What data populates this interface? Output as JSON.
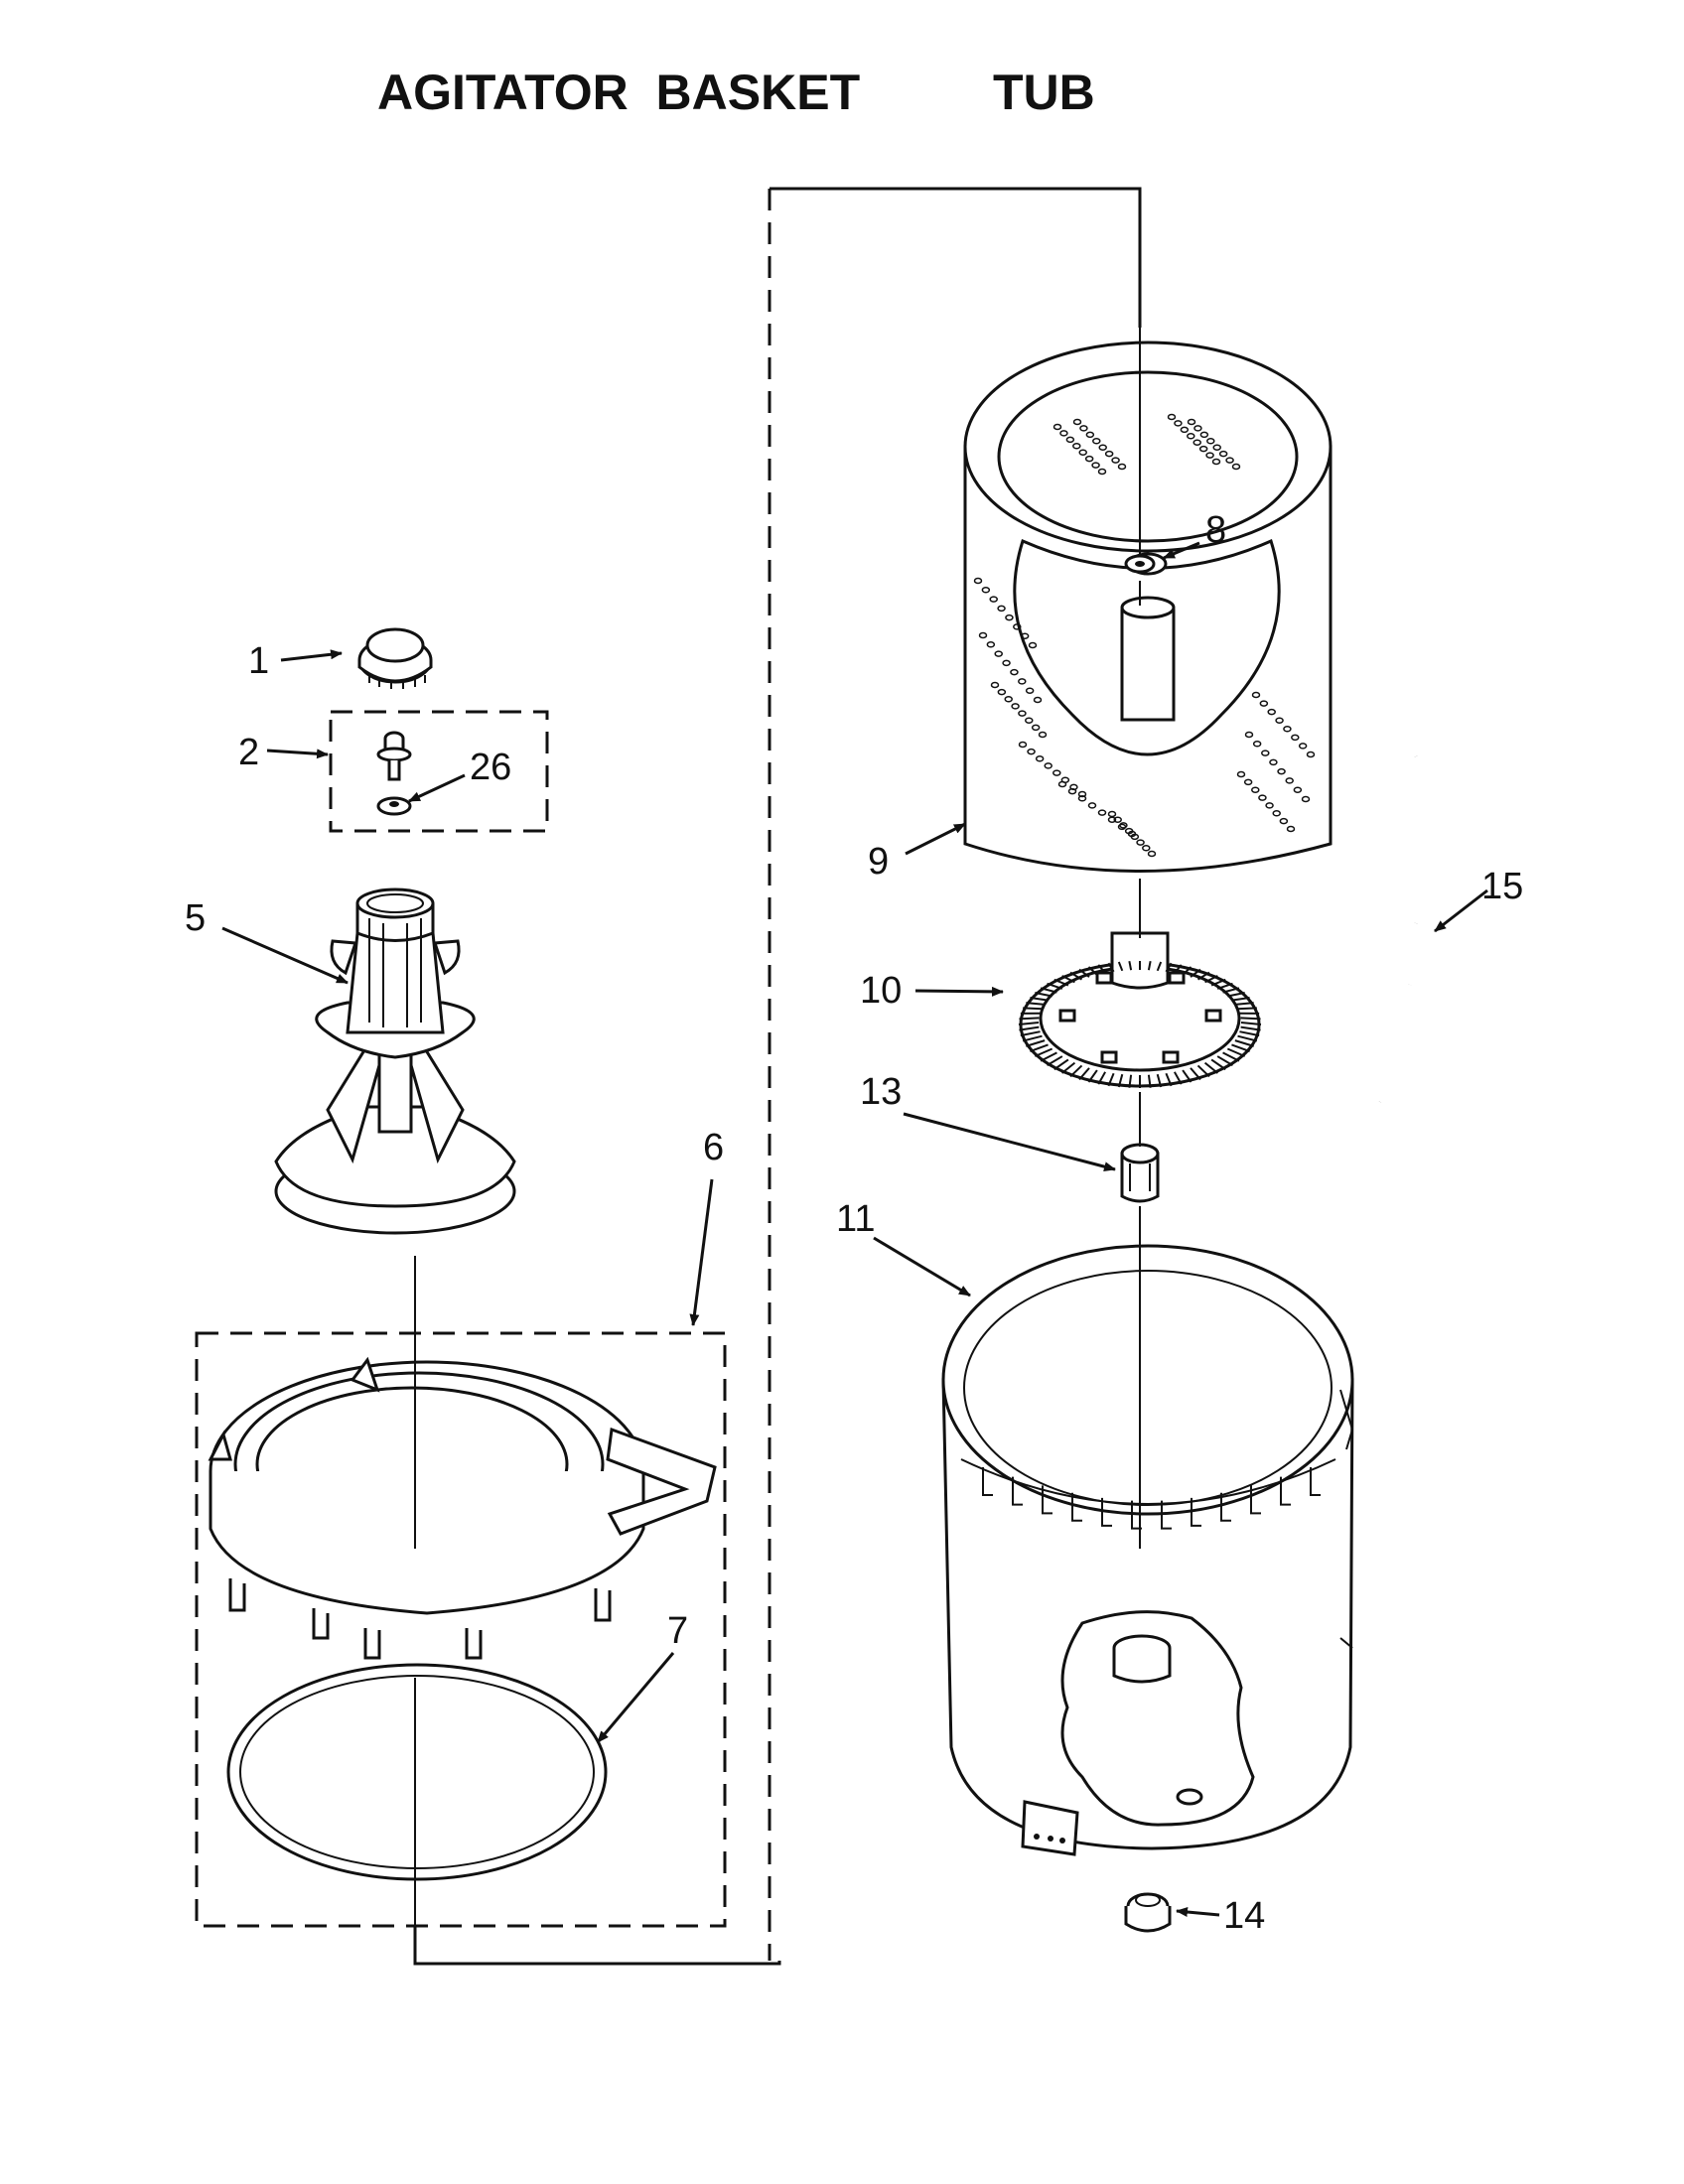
{
  "header": {
    "title_left": "AGITATOR  BASKET",
    "title_right": "TUB"
  },
  "callouts": {
    "c1": "1",
    "c2": "2",
    "c26": "26",
    "c5": "5",
    "c6": "6",
    "c7": "7",
    "c8": "8",
    "c9": "9",
    "c10": "10",
    "c11": "11",
    "c13": "13",
    "c14": "14",
    "c15": "15"
  }
}
